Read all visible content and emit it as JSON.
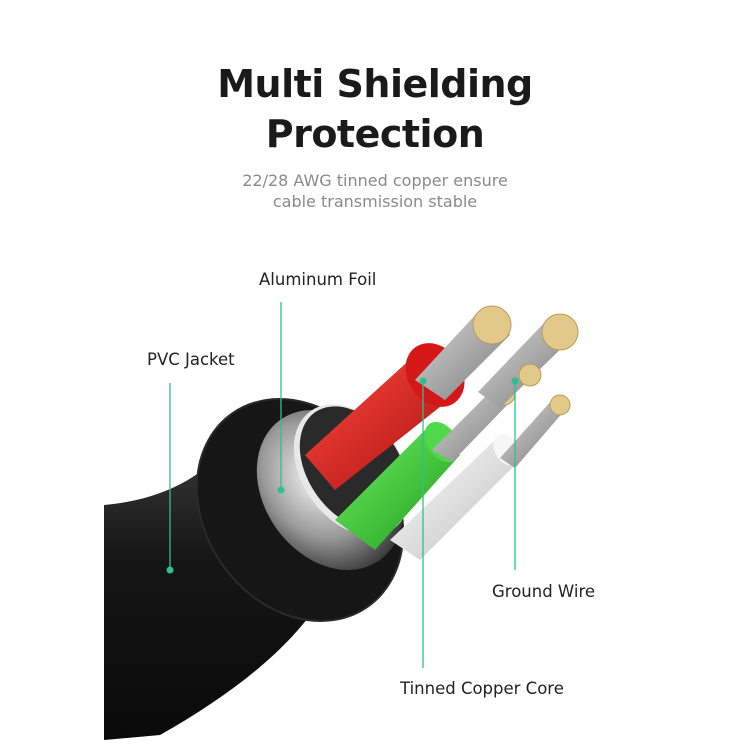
{
  "header": {
    "title_line1": "Multi Shielding",
    "title_line2": "Protection",
    "subtitle_line1": "22/28 AWG tinned copper ensure",
    "subtitle_line2": "cable transmission stable"
  },
  "callouts": {
    "aluminum_foil": "Aluminum Foil",
    "pvc_jacket": "PVC Jacket",
    "ground_wire": "Ground Wire",
    "tinned_copper_core": "Tinned Copper Core"
  },
  "colors": {
    "accent": "#2fbf8f",
    "jacket": "#1b1b1b",
    "red_wire": "#e0201e",
    "green_wire": "#3cc83a",
    "white_wire": "#ececec",
    "copper": "#e2c98a"
  }
}
